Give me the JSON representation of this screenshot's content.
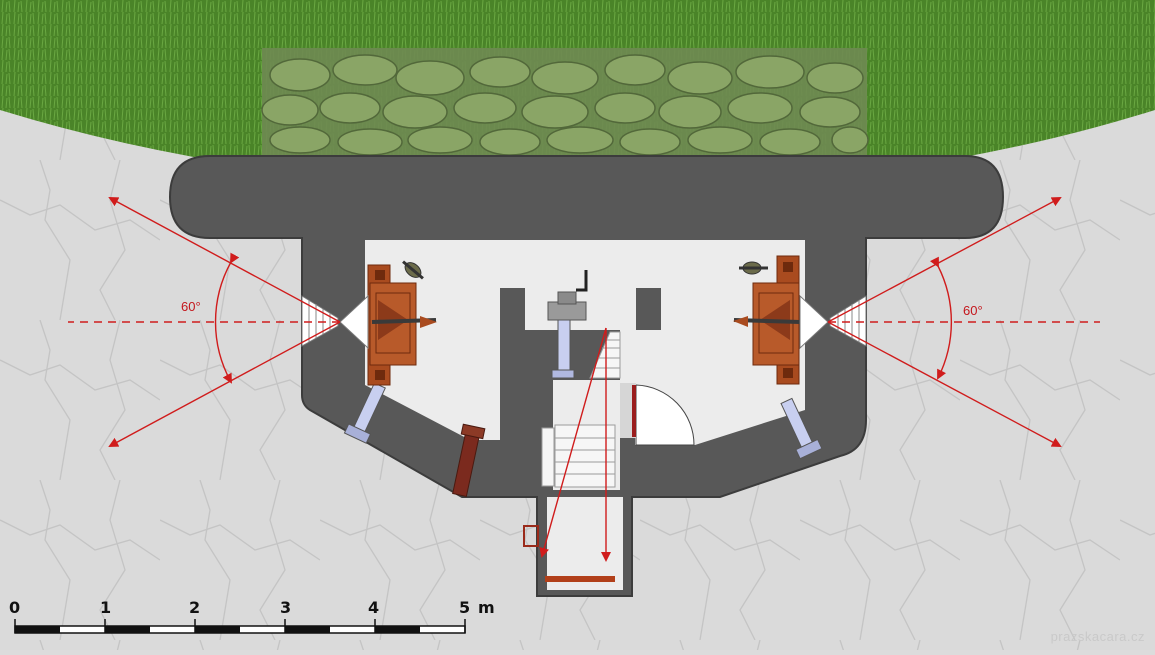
{
  "diagram": {
    "left_angle": "60°",
    "right_angle": "60°",
    "scale": {
      "ticks": [
        "0",
        "1",
        "2",
        "3",
        "4",
        "5"
      ],
      "unit": "m"
    },
    "watermark": "prazskacara.cz"
  },
  "colors": {
    "grass": "#4f8a2b",
    "ground": "#d8d8d8",
    "concrete": "#5a5a5a",
    "floor": "#ececec",
    "arrow": "#d01c1c",
    "gun_rust": "#a94b1f",
    "stone": "#6f8a52"
  }
}
